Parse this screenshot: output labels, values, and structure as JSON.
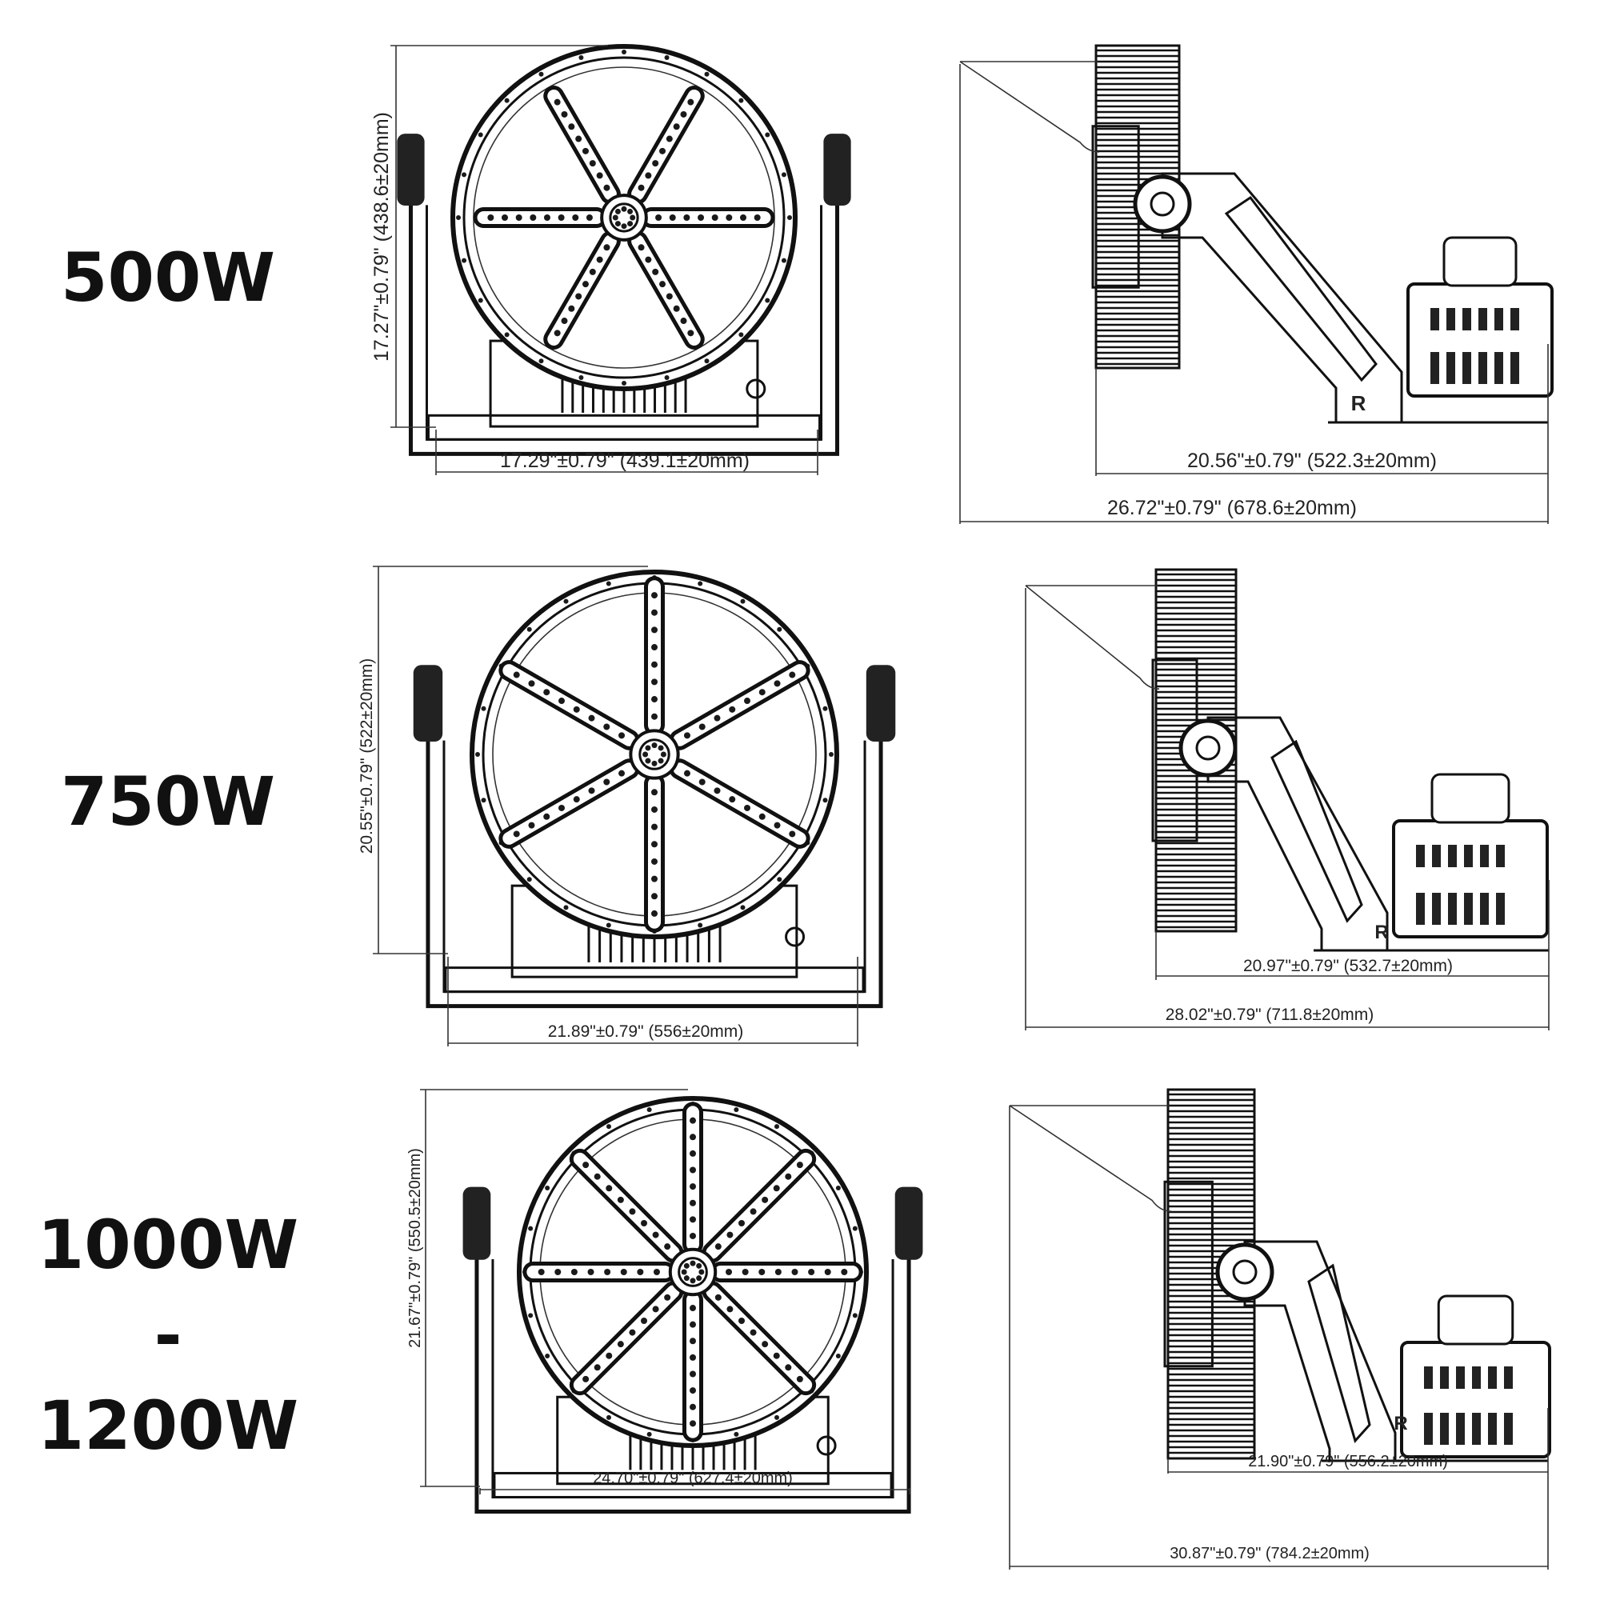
{
  "models": [
    {
      "wattage": [
        "500W"
      ],
      "front_height": "17.27\"±0.79\" (438.6±20mm)",
      "front_width": "17.29\"±0.79\" (439.1±20mm)",
      "side_depth": "20.56\"±0.79\" (522.3±20mm)",
      "side_overall": "26.72\"±0.79\" (678.6±20mm)",
      "mount_mark": "R"
    },
    {
      "wattage": [
        "750W"
      ],
      "front_height": "20.55\"±0.79\" (522±20mm)",
      "front_width": "21.89\"±0.79\" (556±20mm)",
      "side_depth": "20.97\"±0.79\" (532.7±20mm)",
      "side_overall": "28.02\"±0.79\" (711.8±20mm)",
      "mount_mark": "R"
    },
    {
      "wattage": [
        "1000W",
        "-",
        "1200W"
      ],
      "front_height": "21.67\"±0.79\" (550.5±20mm)",
      "front_width": "24.70\"±0.79\" (627.4±20mm)",
      "side_depth": "21.90\"±0.79\" (556.2±20mm)",
      "side_overall": "30.87\"±0.79\" (784.2±20mm)",
      "mount_mark": "R"
    }
  ]
}
